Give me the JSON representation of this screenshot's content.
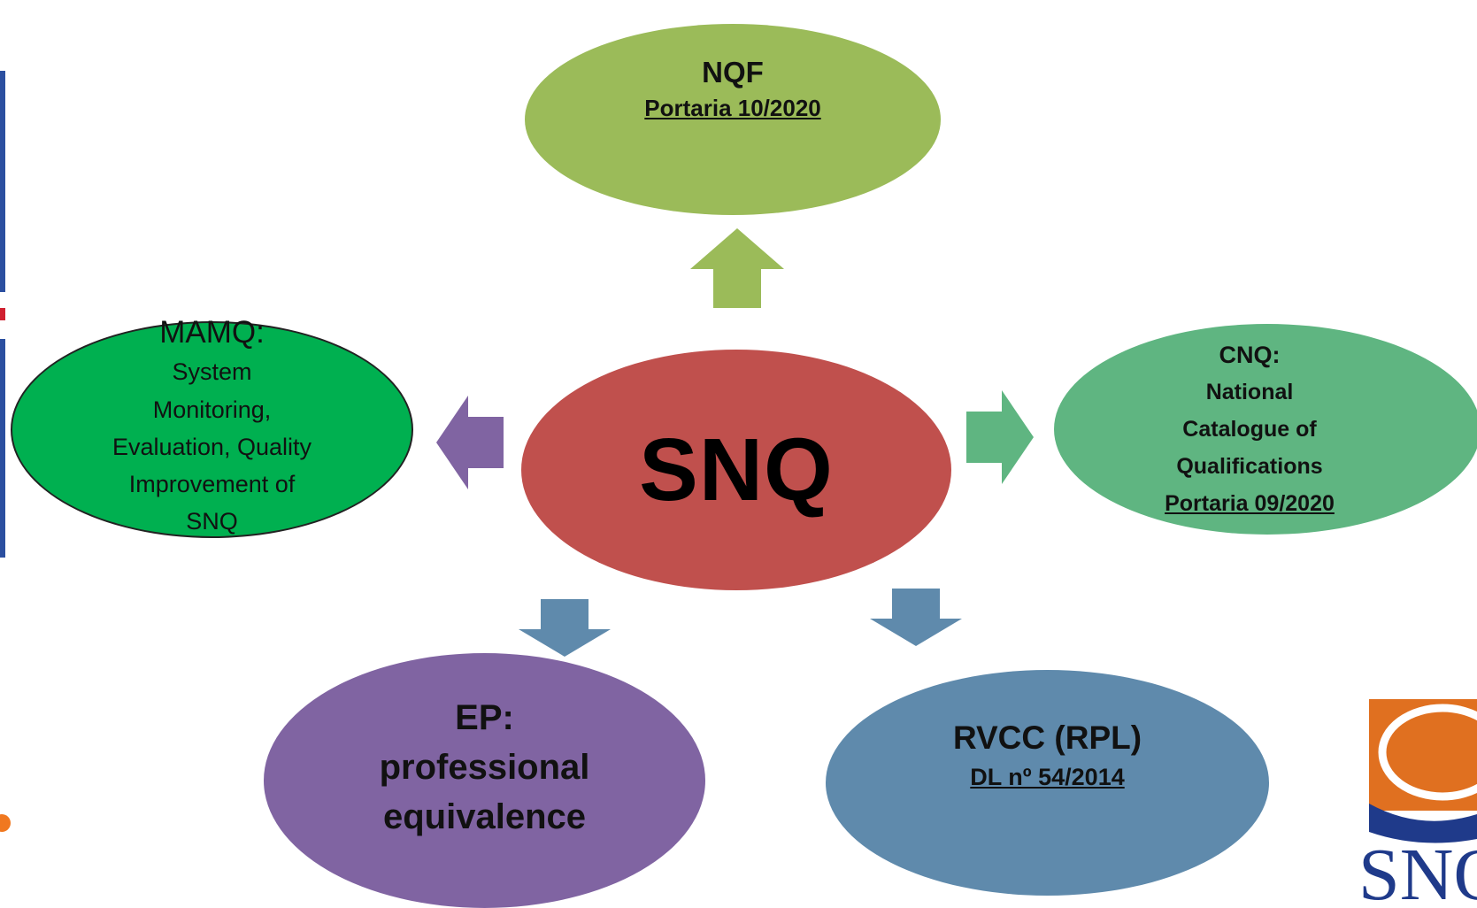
{
  "center": {
    "label": "SNQ"
  },
  "nodes": {
    "nqf": {
      "title": "NQF",
      "ref": "Portaria 10/2020"
    },
    "cnq": {
      "title": "CNQ:",
      "desc_inline": "National",
      "desc_lines": [
        "Catalogue of",
        "Qualifications"
      ],
      "ref": "Portaria 09/2020"
    },
    "mamq": {
      "title": "MAMQ:",
      "desc_inline": "System",
      "desc_lines": [
        "Monitoring,",
        "Evaluation, Quality",
        "Improvement of",
        "SNQ"
      ]
    },
    "ep": {
      "lines": [
        "EP:",
        "professional",
        "equivalence"
      ]
    },
    "rvcc": {
      "title": "RVCC (RPL)",
      "ref": "DL nº 54/2014"
    }
  },
  "colors": {
    "center": "#c0504d",
    "nqf": "#9bbb59",
    "cnq": "#5fb581",
    "mamq": "#00b050",
    "ep": "#8064a2",
    "rvcc": "#5f8aac",
    "arrow_up": "#9bbb59",
    "arrow_right": "#5fb581",
    "arrow_left": "#8064a2",
    "arrow_down": "#5f8aac",
    "logo_orange": "#e07020",
    "logo_blue": "#1f3a8a",
    "edge_blue": "#2b4fa0",
    "edge_red": "#d02030"
  },
  "logo": {
    "text": "SNQ",
    "icon": "snq-logo"
  }
}
